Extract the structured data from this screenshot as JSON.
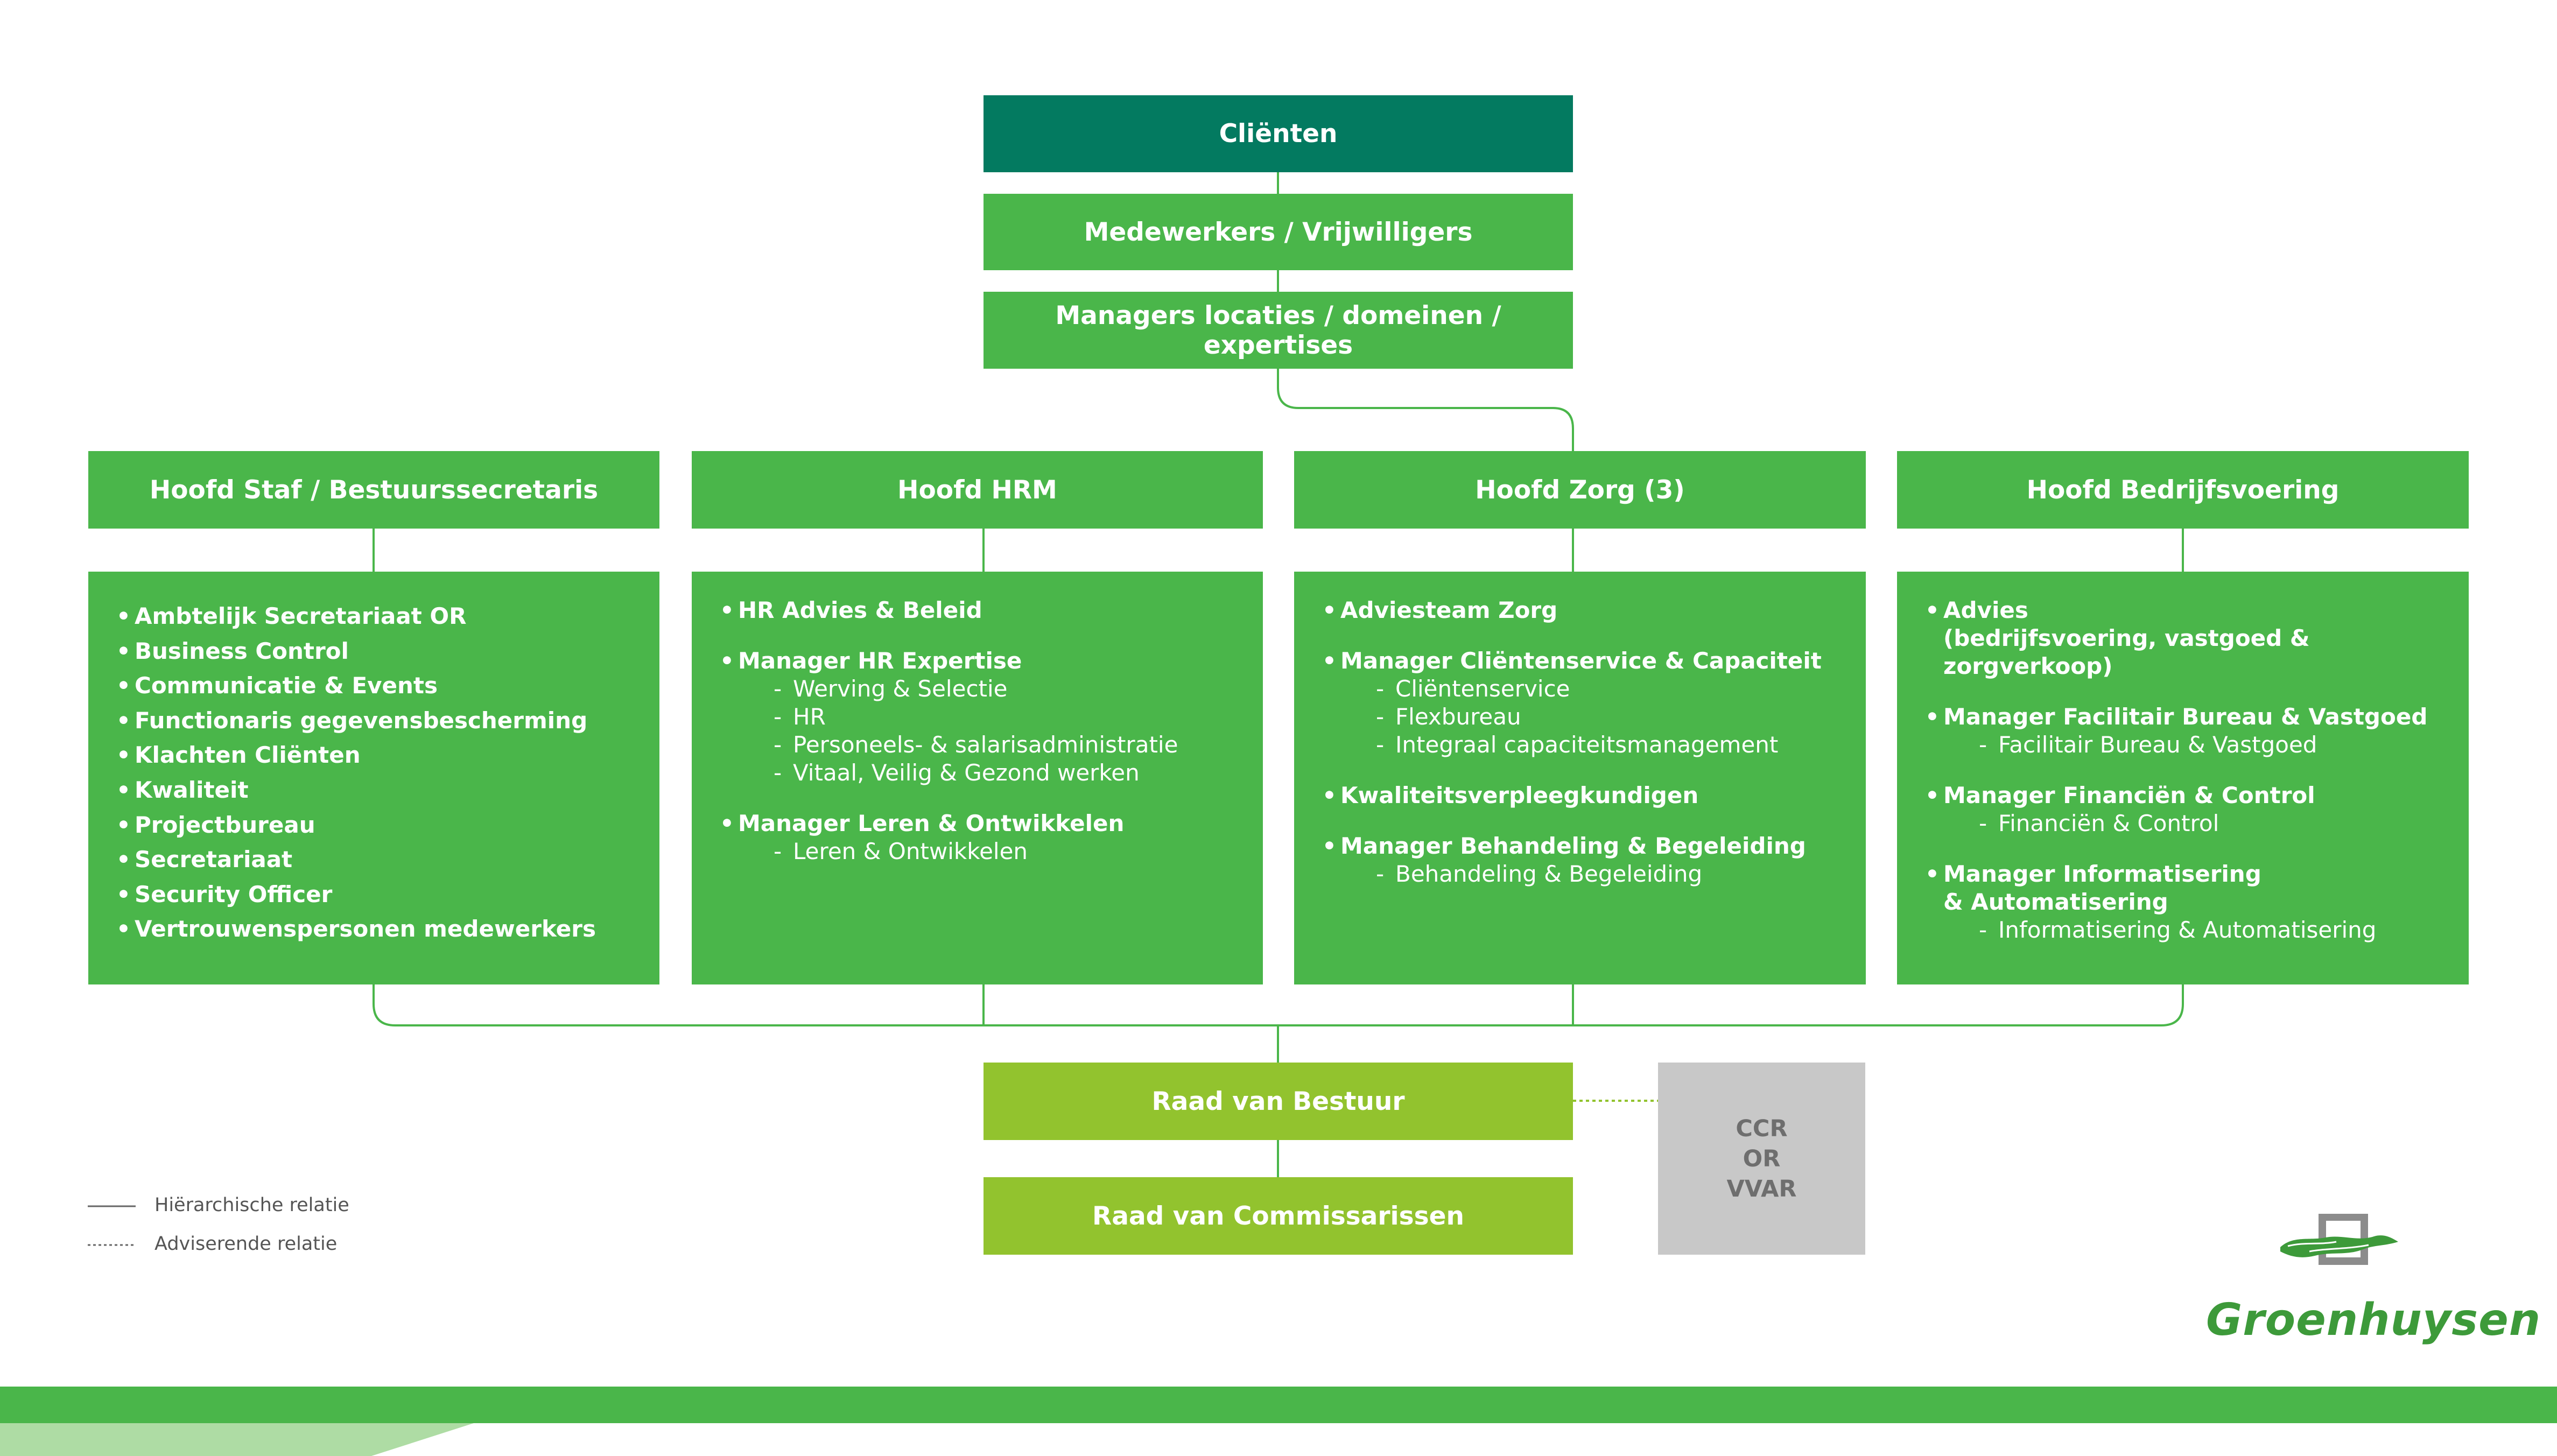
{
  "top": {
    "clienten": "Cliënten",
    "medewerkers": "Medewerkers / Vrijwilligers",
    "managers": "Managers locaties / domeinen / expertises"
  },
  "heads": [
    {
      "title": "Hoofd Staf / Bestuurssecretaris"
    },
    {
      "title": "Hoofd HRM"
    },
    {
      "title": "Hoofd Zorg (3)"
    },
    {
      "title": "Hoofd Bedrijfsvoering"
    }
  ],
  "staf_items": [
    "Ambtelijk Secretariaat OR",
    "Business Control",
    "Communicatie & Events",
    "Functionaris gegevensbescherming",
    "Klachten Cliënten",
    "Kwaliteit",
    "Projectbureau",
    "Secretariaat",
    "Security Officer",
    "Vertrouwenspersonen medewerkers"
  ],
  "hrm": {
    "g1": "HR Advies & Beleid",
    "g2": "Manager HR Expertise",
    "g2_subs": [
      "Werving & Selectie",
      "HR",
      "Personeels- & salarisadministratie",
      "Vitaal, Veilig & Gezond werken"
    ],
    "g3": "Manager Leren & Ontwikkelen",
    "g3_subs": [
      "Leren & Ontwikkelen"
    ]
  },
  "zorg": {
    "g1": "Adviesteam Zorg",
    "g2": "Manager Cliëntenservice & Capaciteit",
    "g2_subs": [
      "Cliëntenservice",
      "Flexbureau",
      "Integraal capaciteitsmanagement"
    ],
    "g3": "Kwaliteitsverpleegkundigen",
    "g4": "Manager Behandeling & Begeleiding",
    "g4_subs": [
      "Behandeling & Begeleiding"
    ]
  },
  "bedrijf": {
    "g1": "Advies",
    "g1_cont": "(bedrijfsvoering, vastgoed & zorgverkoop)",
    "g2": "Manager Facilitair Bureau & Vastgoed",
    "g2_subs": [
      "Facilitair Bureau & Vastgoed"
    ],
    "g3": "Manager Financiën & Control",
    "g3_subs": [
      "Financiën & Control"
    ],
    "g4": "Manager Informatisering",
    "g4_cont": "& Automatisering",
    "g4_subs": [
      "Informatisering & Automatisering"
    ]
  },
  "bottom": {
    "rvb": "Raad van Bestuur",
    "rvc": "Raad van Commissarissen",
    "advisory": [
      "CCR",
      "OR",
      "VVAR"
    ]
  },
  "legend": {
    "hierarchisch": "Hiërarchische relatie",
    "adviserend": "Adviserende relatie"
  },
  "logo": {
    "text": "Groenhuysen",
    "icon": "groenhuysen-logo-icon"
  },
  "colors": {
    "teal": "#037a60",
    "green": "#4ab64a",
    "lime": "#92c32e",
    "grey": "#c8c8c8",
    "footer": "#4ab64a",
    "footer_light": "#aedca4"
  }
}
